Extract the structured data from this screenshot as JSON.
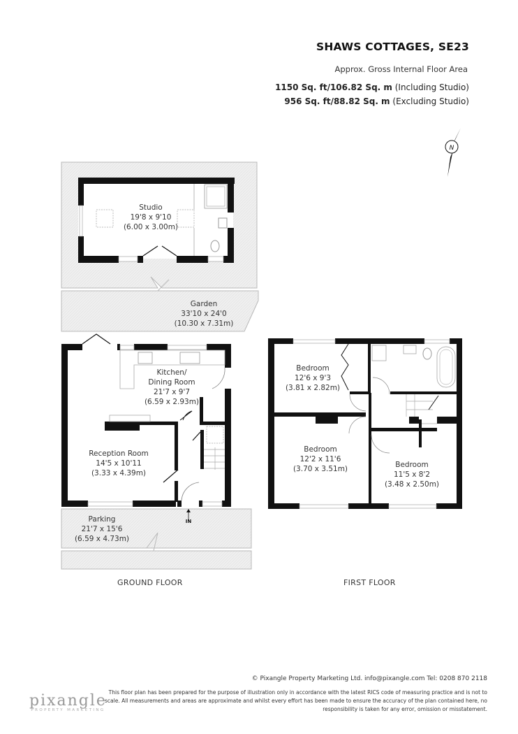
{
  "header": {
    "title": "SHAWS COTTAGES, SE23",
    "subtitle": "Approx. Gross Internal Floor Area",
    "areas": [
      {
        "value": "1150 Sq. ft/106.82 Sq. m",
        "note": "(Including Studio)"
      },
      {
        "value": "956 Sq. ft/88.82 Sq. m",
        "note": "(Excluding Studio)"
      }
    ]
  },
  "compass": {
    "icon": "north-arrow-icon",
    "label": "N"
  },
  "ground_floor": {
    "label": "GROUND FLOOR",
    "rooms": [
      {
        "name": "Studio",
        "imperial": "19'8 x 9'10",
        "metric": "(6.00 x 3.00m)"
      },
      {
        "name": "Garden",
        "imperial": "33'10 x 24'0",
        "metric": "(10.30 x 7.31m)"
      },
      {
        "name": "Kitchen/",
        "name2": "Dining Room",
        "imperial": "21'7 x 9'7",
        "metric": "(6.59 x 2.93m)"
      },
      {
        "name": "Reception Room",
        "imperial": "14'5 x 10'11",
        "metric": "(3.33 x 4.39m)"
      },
      {
        "name": "Parking",
        "imperial": "21'7 x 15'6",
        "metric": "(6.59 x 4.73m)"
      }
    ],
    "entrance_label": "IN"
  },
  "first_floor": {
    "label": "FIRST FLOOR",
    "rooms": [
      {
        "name": "Bedroom",
        "imperial": "12'6 x 9'3",
        "metric": "(3.81 x 2.82m)"
      },
      {
        "name": "Bedroom",
        "imperial": "12'2 x 11'6",
        "metric": "(3.70 x 3.51m)"
      },
      {
        "name": "Bedroom",
        "imperial": "11'5 x 8'2",
        "metric": "(3.48 x 2.50m)"
      }
    ]
  },
  "footer": {
    "copyright": "© Pixangle Property Marketing Ltd. info@pixangle.com Tel: 0208 870 2118",
    "disclaimer": "This floor plan has been prepared for the purpose of illustration only in accordance with the latest RICS code of measuring practice and is not to scale. All measurements and areas are approximate and whilst every effort has been made to ensure the accuracy of the plan contained here, no responsibility is taken for any error, omission or misstatement.",
    "logo_word": "pixangle",
    "logo_sub": "PROPERTY MARKETING"
  },
  "colors": {
    "wall": "#111111",
    "outdoor_fill": "#ededed",
    "outdoor_stroke": "#b8b8b8",
    "fixture_stroke": "#999999"
  }
}
